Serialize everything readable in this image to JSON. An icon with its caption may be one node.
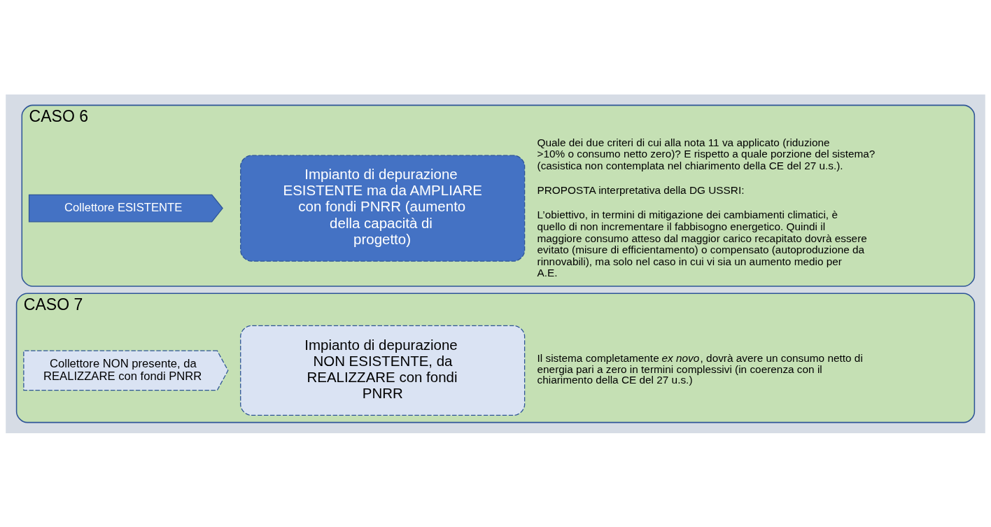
{
  "diagram": {
    "nodes": [
      {
        "text": [
          "CASO 6"
        ]
      },
      {
        "text": [
          "Collettore ESISTENTE"
        ],
        "in": 0
      },
      {
        "text": [
          "Impianto di depurazione ESISTENTE ma da AMPLIARE con fondi PNRR (aumento della capacità di progetto)"
        ],
        "in": 0,
        "beside": [
          "Quale dei due criteri di cui alla nota 11 va applicato (riduzione >10% o consumo netto zero)? E rispetto a quale porzione del sistema? (casistica non contemplata nel chiarimento della CE del 27 u.s.).",
          "PROPOSTA interpretativa della DG USSRI:",
          "L’obiettivo, in termini di mitigazione dei cambiamenti climatici, è quello di non incrementare il fabbisogno energetico. Quindi il maggiore consumo atteso dal maggior carico recapitato dovrà essere evitato (misure di efficientamento) o compensato (autoproduzione da rinnovabili), ma solo nel caso in cui vi sia un aumento medio per A.E."
        ]
      },
      {
        "text": [
          "CASO 7"
        ]
      },
      {
        "text": [
          "Collettore NON presente, da REALIZZARE con fondi PNRR"
        ],
        "in": 3
      },
      {
        "text": [
          "Impianto di depurazione NON ESISTENTE, da REALIZZARE con fondi PNRR"
        ],
        "in": 3,
        "beside": [
          "Il sistema completamente *ex novo*, dovrà avere un consumo netto di energia pari a zero in termini complessivi (in coerenza con il chiarimento della CE del 27 u.s.)"
        ]
      }
    ]
  }
}
